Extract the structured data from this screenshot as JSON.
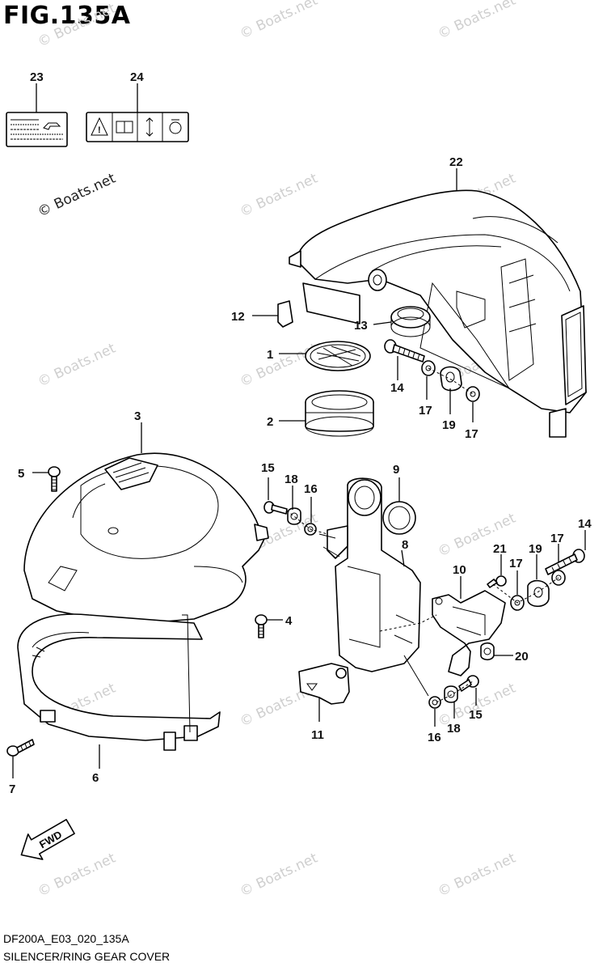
{
  "figure": {
    "title": "FIG.135A",
    "code": "DF200A_E03_020_135A",
    "name": "SILENCER/RING GEAR COVER"
  },
  "watermark": {
    "text": "© Boats.net"
  },
  "callouts": {
    "p1": "1",
    "p2": "2",
    "p3": "3",
    "p4": "4",
    "p5": "5",
    "p6": "6",
    "p7": "7",
    "p8": "8",
    "p9": "9",
    "p10": "10",
    "p11": "11",
    "p12": "12",
    "p13": "13",
    "p14a": "14",
    "p14b": "14",
    "p15a": "15",
    "p15b": "15",
    "p16a": "16",
    "p16b": "16",
    "p17a": "17",
    "p17b": "17",
    "p17c": "17",
    "p17d": "17",
    "p18a": "18",
    "p18b": "18",
    "p19a": "19",
    "p19b": "19",
    "p20": "20",
    "p21": "21",
    "p22": "22",
    "p23": "23",
    "p24": "24"
  },
  "fwd_label": "FWD"
}
